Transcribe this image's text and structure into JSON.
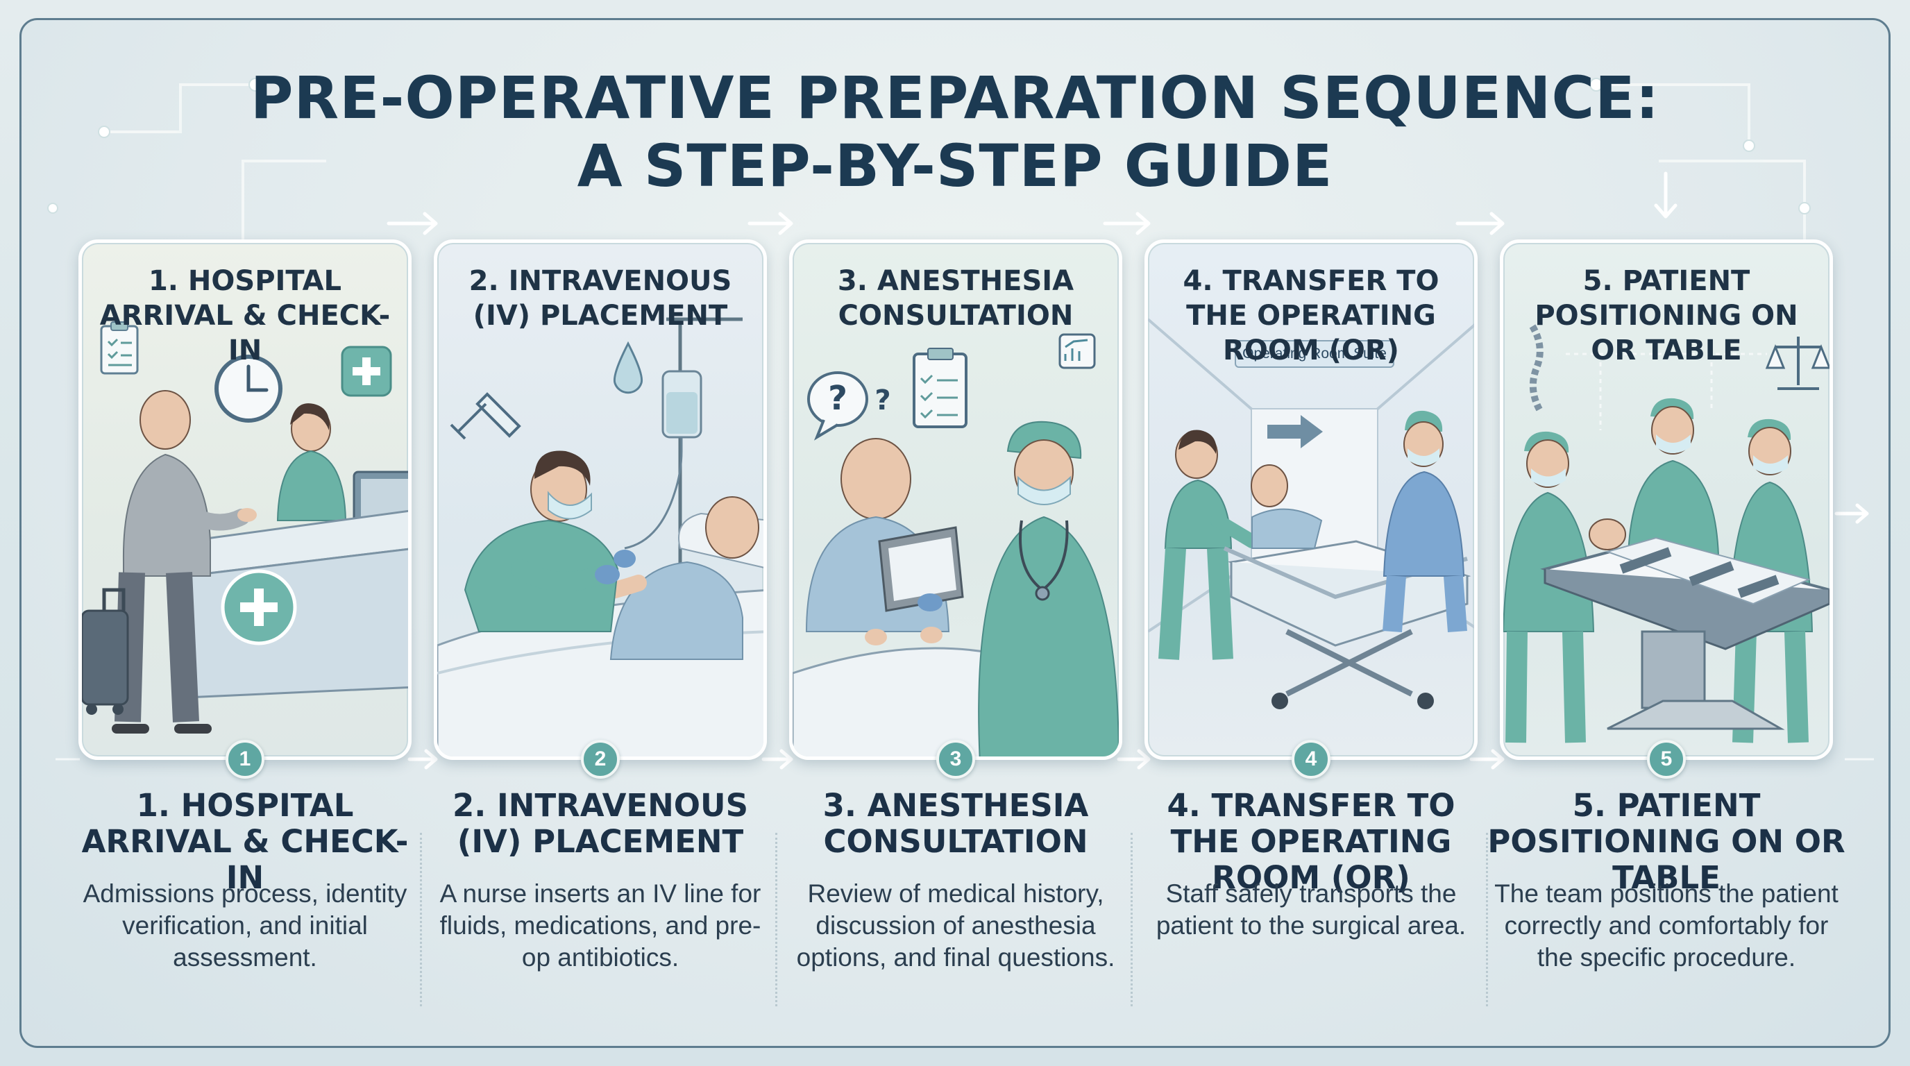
{
  "title": {
    "line1": "PRE-OPERATIVE PREPARATION SEQUENCE:",
    "line2": "A STEP-BY-STEP GUIDE"
  },
  "colors": {
    "accent_teal": "#5fa7a2",
    "scrubs_green": "#6bb3a6",
    "navy_text": "#1c3a52",
    "frame_border": "#5e7d8f"
  },
  "steps": [
    {
      "number": "1",
      "card_title": "1. HOSPITAL ARRIVAL & CHECK-IN",
      "title": "1. HOSPITAL ARRIVAL & CHECK-IN",
      "description": "Admissions process, identity verification, and initial assessment.",
      "icons": [
        "clipboard-icon",
        "clock-icon",
        "medical-cross-icon"
      ]
    },
    {
      "number": "2",
      "card_title": "2. INTRAVENOUS (IV) PLACEMENT",
      "title": "2. INTRAVENOUS (IV) PLACEMENT",
      "description": "A nurse inserts an IV line for fluids, medications, and pre-op antibiotics.",
      "icons": [
        "syringe-icon",
        "droplet-icon",
        "iv-bag-icon"
      ]
    },
    {
      "number": "3",
      "card_title": "3. ANESTHESIA CONSULTATION",
      "title": "3. ANESTHESIA CONSULTATION",
      "description": "Review of medical history, discussion of anesthesia options, and final questions.",
      "icons": [
        "question-bubble-icon",
        "clipboard-checklist-icon",
        "chart-icon"
      ]
    },
    {
      "number": "4",
      "card_title": "4. TRANSFER TO THE OPERATING ROOM (OR)",
      "title": "4. TRANSFER TO THE OPERATING ROOM (OR)",
      "description": "Staff safely transports the patient to the surgical area.",
      "sign": "Operating Room Suite",
      "icons": [
        "arrow-right-icon"
      ]
    },
    {
      "number": "5",
      "card_title": "5. PATIENT POSITIONING ON OR TABLE",
      "title": "5. PATIENT POSITIONING ON OR TABLE",
      "description": "The team positions the patient correctly and comfortably for the specific procedure.",
      "icons": [
        "spine-icon",
        "scales-icon"
      ]
    }
  ]
}
